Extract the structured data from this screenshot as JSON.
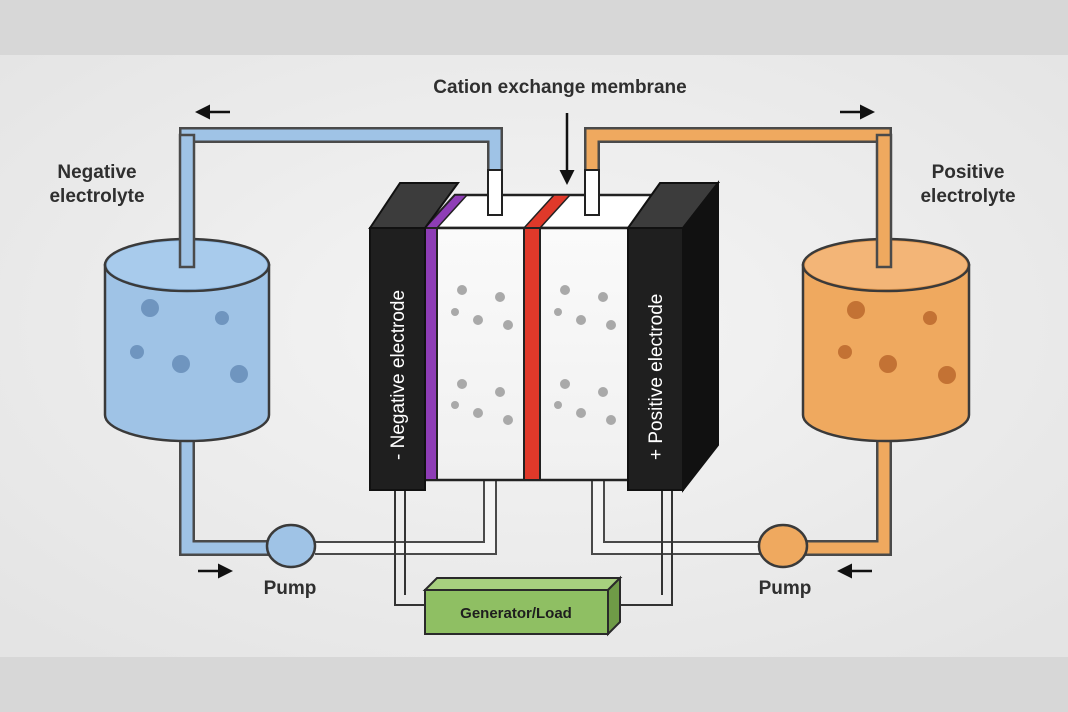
{
  "diagram": {
    "title": "Cation exchange membrane",
    "labels": {
      "negative_electrolyte_line1": "Negative",
      "negative_electrolyte_line2": "electrolyte",
      "positive_electrolyte_line1": "Positive",
      "positive_electrolyte_line2": "electrolyte",
      "pump_left": "Pump",
      "pump_right": "Pump",
      "negative_electrode": "- Negative electrode",
      "positive_electrode": "+ Positive electrode",
      "generator_load": "Generator/Load"
    },
    "colors": {
      "background": "#d7d7d7",
      "paper": "#efefef",
      "negative_electrolyte": "#9fc3e6",
      "negative_electrolyte_dark": "#7fa8d3",
      "positive_electrolyte": "#efa95f",
      "positive_electrolyte_dark": "#dd8c40",
      "electrode": "#222222",
      "membrane": "#e0392a",
      "separator_left": "#8e3db6",
      "generator": "#8fbf63",
      "pipe_outline": "#4a4a4a"
    },
    "icons": [
      "arrow-left-icon",
      "arrow-right-icon",
      "arrow-down-icon"
    ]
  }
}
